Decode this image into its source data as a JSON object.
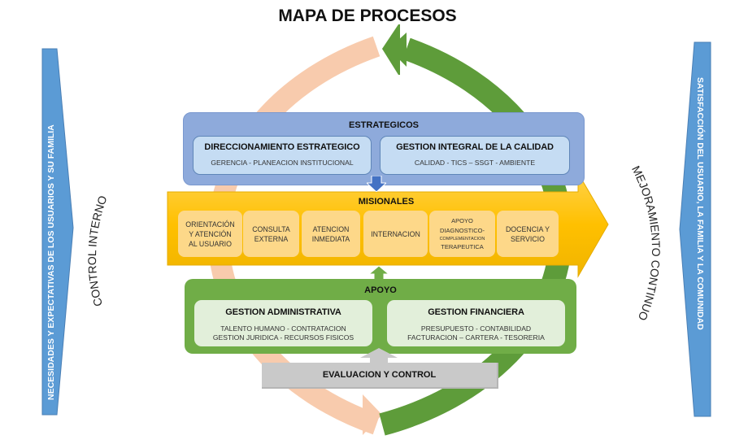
{
  "title": "MAPA DE PROCESOS",
  "inputs_arrow": {
    "label": "NECESIDADES Y EXPECTATIVAS DE LOS USUARIOS Y SU FAMILIA",
    "color": "#5b9bd5"
  },
  "outputs_arrow": {
    "label": "SATISFACCIÓN DEL USUARIO, LA FAMILIA Y LA COMUNIDAD",
    "color": "#5b9bd5"
  },
  "cycle": {
    "left_arc": {
      "label": "CONTROL INTERNO",
      "color": "#f8cbad"
    },
    "right_arc": {
      "label": "MEJORAMIENTO CONTINUO",
      "color": "#5e9c3a"
    }
  },
  "estrategicos": {
    "title": "ESTRATEGICOS",
    "color": "#8eaadb",
    "items": [
      {
        "title": "DIRECCIONAMIENTO ESTRATEGICO",
        "detail": "GERENCIA - PLANEACION INSTITUCIONAL"
      },
      {
        "title": "GESTION INTEGRAL DE LA CALIDAD",
        "detail": "CALIDAD -  TICS – SSGT - AMBIENTE"
      }
    ]
  },
  "misionales": {
    "title": "MISIONALES",
    "color": "#ffc000",
    "items": [
      {
        "lines": [
          "ORIENTACIÓN",
          "Y ATENCIÓN",
          "AL USUARIO"
        ]
      },
      {
        "lines": [
          "CONSULTA",
          "EXTERNA"
        ]
      },
      {
        "lines": [
          "ATENCION",
          "INMEDIATA"
        ]
      },
      {
        "lines": [
          "INTERNACION"
        ]
      },
      {
        "lines": [
          "APOYO",
          "DIAGNOSTICO-",
          "COMPLEMENTACION",
          "TERAPEUTICA"
        ]
      },
      {
        "lines": [
          "DOCENCIA Y",
          "SERVICIO"
        ]
      }
    ]
  },
  "apoyo": {
    "title": "APOYO",
    "color": "#70ad47",
    "items": [
      {
        "title": "GESTION ADMINISTRATIVA",
        "detail_lines": [
          "TALENTO HUMANO - CONTRATACION",
          "GESTION JURIDICA - RECURSOS FISICOS"
        ]
      },
      {
        "title": "GESTION FINANCIERA",
        "detail_lines": [
          "PRESUPUESTO - CONTABILIDAD",
          "FACTURACION – CARTERA - TESORERIA"
        ]
      }
    ]
  },
  "evaluacion": {
    "label": "EVALUACION Y CONTROL",
    "color": "#c9c9c9"
  }
}
